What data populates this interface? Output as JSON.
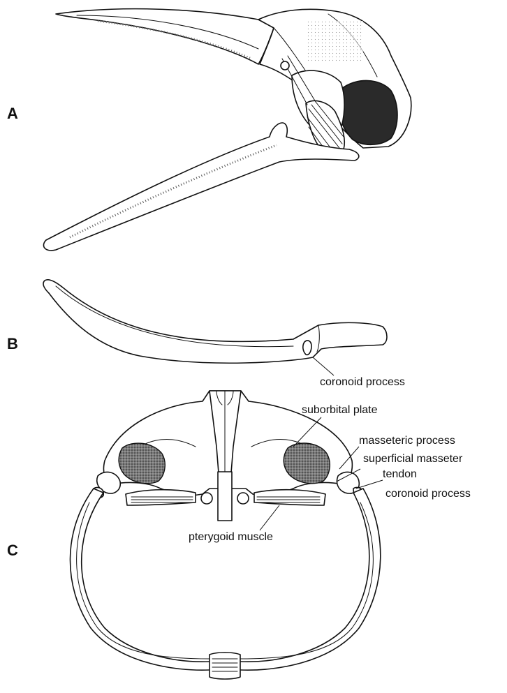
{
  "panels": {
    "a": {
      "letter": "A"
    },
    "b": {
      "letter": "B",
      "labels": {
        "coronoid_process": "coronoid process"
      }
    },
    "c": {
      "letter": "C",
      "labels": {
        "suborbital_plate": "suborbital plate",
        "masseteric_process": "masseteric process",
        "superficial_masseter_tendon_line1": "superficial masseter",
        "superficial_masseter_tendon_line2": "tendon",
        "coronoid_process": "coronoid process",
        "pterygoid_muscle": "pterygoid muscle"
      }
    }
  }
}
